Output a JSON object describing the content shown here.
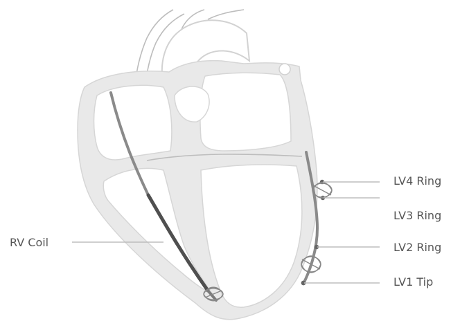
{
  "labels": {
    "rv_coil": "RV Coil",
    "lv4_ring": "LV4 Ring",
    "lv3_ring": "LV3 Ring",
    "lv2_ring": "LV2 Ring",
    "lv1_tip": "LV1 Tip"
  },
  "colors": {
    "heart_wall": "#e9e9e9",
    "outline": "#d6d6d6",
    "lead": "#7a7a7a",
    "electrode_dark": "#555555",
    "leader_line": "#bdbdbd",
    "label_text": "#555555"
  }
}
